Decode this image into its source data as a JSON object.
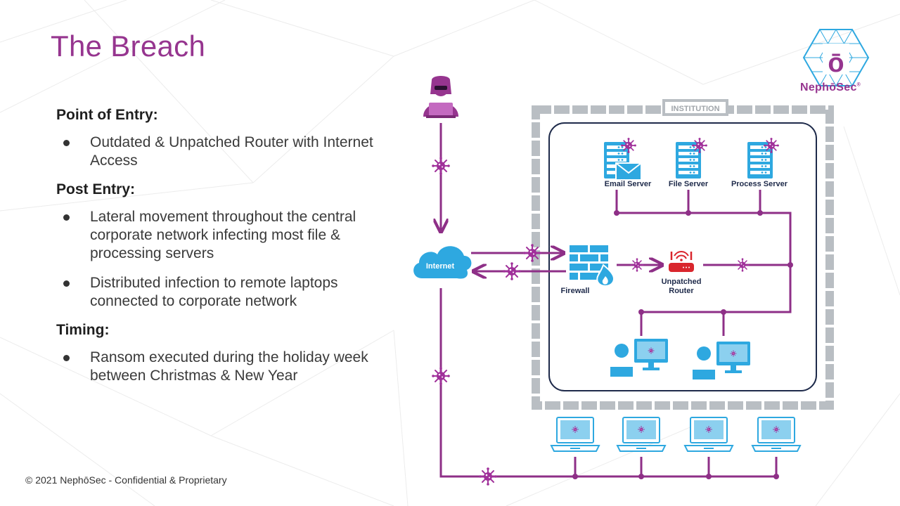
{
  "title": "The Breach",
  "sections": [
    {
      "heading": "Point of Entry:",
      "bullets": [
        "Outdated & Unpatched Router with Internet Access"
      ]
    },
    {
      "heading": "Post Entry:",
      "bullets": [
        "Lateral movement throughout the central corporate network infecting most file & processing servers",
        "Distributed infection to remote laptops connected to corporate network"
      ]
    },
    {
      "heading": "Timing:",
      "bullets": [
        "Ransom executed during the holiday week between Christmas & New Year"
      ]
    }
  ],
  "footer": "© 2021 NephōSec - Confidential & Proprietary",
  "logo": {
    "mark": "ō",
    "text": "NephōSec",
    "reg": "®"
  },
  "diagram": {
    "institution_label": "INSTITUTION",
    "internet_label": "Internet",
    "firewall_label": "Firewall",
    "router_label_line1": "Unpatched",
    "router_label_line2": "Router",
    "servers": [
      "Email Server",
      "File Server",
      "Process Server"
    ]
  },
  "colors": {
    "brand_purple": "#96358f",
    "line_purple": "#8e2f87",
    "virus": "#a0309a",
    "network_blue": "#2ea8e0",
    "router_red": "#d9262d",
    "institution_gray": "#b9bec3",
    "navy": "#1e2a4a"
  }
}
